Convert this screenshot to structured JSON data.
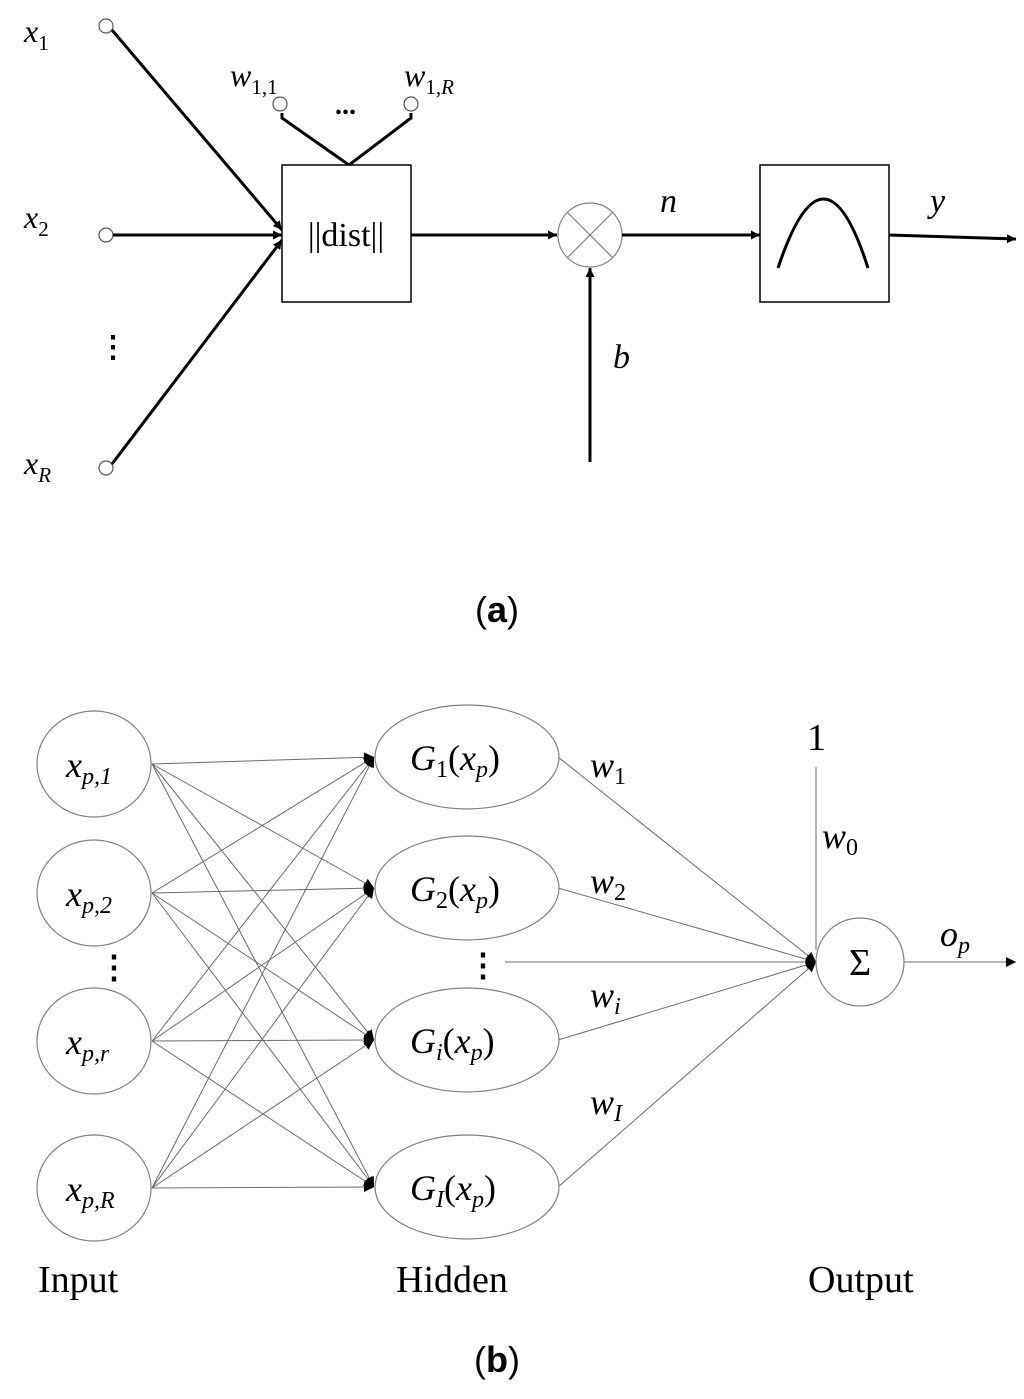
{
  "panel_a": {
    "inputs": [
      {
        "base": "x",
        "sub": "1"
      },
      {
        "base": "x",
        "sub": "2"
      },
      {
        "base": "x",
        "sub": "R"
      }
    ],
    "input_ellipsis": "⋮",
    "weights": [
      {
        "base": "w",
        "sub": "1,1"
      },
      {
        "base": "w",
        "sub": "1,R"
      }
    ],
    "weight_ellipsis": "...",
    "dist_label": "||dist||",
    "net_label": "n",
    "bias_label": "b",
    "output_label": "y",
    "caption_letter": "a"
  },
  "panel_b": {
    "input_nodes": [
      {
        "base": "x",
        "sub": "p,1"
      },
      {
        "base": "x",
        "sub": "p,2"
      },
      {
        "base": "x",
        "sub": "p,r"
      },
      {
        "base": "x",
        "sub": "p,R"
      }
    ],
    "input_ellipsis": "⋮",
    "hidden_nodes": [
      {
        "g": "G",
        "gsub": "1",
        "arg": "x",
        "argsub": "p"
      },
      {
        "g": "G",
        "gsub": "2",
        "arg": "x",
        "argsub": "p"
      },
      {
        "g": "G",
        "gsub": "i",
        "arg": "x",
        "argsub": "p"
      },
      {
        "g": "G",
        "gsub": "I",
        "arg": "x",
        "argsub": "p"
      }
    ],
    "hidden_ellipsis": "⋮",
    "weights": [
      {
        "base": "w",
        "sub": "1"
      },
      {
        "base": "w",
        "sub": "2"
      },
      {
        "base": "w",
        "sub": "i"
      },
      {
        "base": "w",
        "sub": "I"
      }
    ],
    "bias_input": "1",
    "bias_weight": {
      "base": "w",
      "sub": "0"
    },
    "sum_symbol": "Σ",
    "output": {
      "base": "o",
      "sub": "p"
    },
    "layer_labels": [
      "Input",
      "Hidden",
      "Output"
    ],
    "caption_letter": "b"
  }
}
